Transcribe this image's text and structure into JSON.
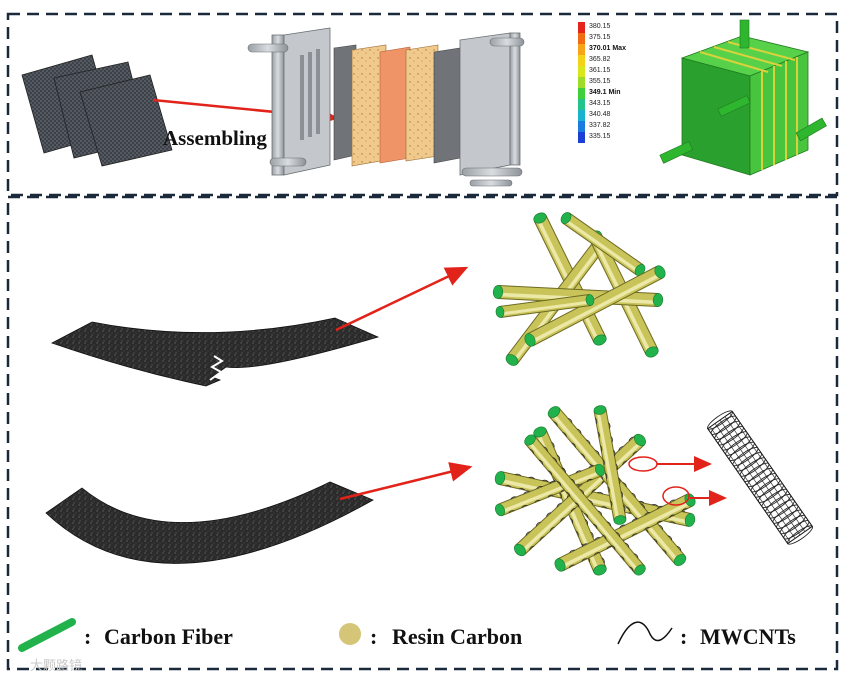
{
  "top_panel": {
    "assembling_label": "Assembling",
    "temperature_scale": {
      "ticks": [
        "380.15",
        "375.15",
        "370.01 Max",
        "365.82",
        "361.15",
        "355.15",
        "349.1 Min",
        "343.15",
        "340.48",
        "337.82",
        "335.15"
      ],
      "colors": [
        "#e5231b",
        "#f06b12",
        "#f7a41a",
        "#f4d218",
        "#d9e61c",
        "#9fdc2a",
        "#3fcf3a",
        "#22c48b",
        "#18b4cf",
        "#1a7be0",
        "#1b3fd6"
      ]
    }
  },
  "legend": {
    "items": [
      {
        "label": "Carbon Fiber",
        "icon": "green-fiber-rod",
        "color": "#22b24c"
      },
      {
        "label": "Resin Carbon",
        "icon": "tan-circle",
        "color": "#d4c578"
      },
      {
        "label": "MWCNTs",
        "icon": "wavy-line",
        "color": "#111111"
      }
    ]
  },
  "watermark": "大颗路镜",
  "colors": {
    "arrow": "#e2231a",
    "fiber": "#c9c45a",
    "fiber_tip": "#22b24c",
    "border": "#1a2a3a"
  }
}
